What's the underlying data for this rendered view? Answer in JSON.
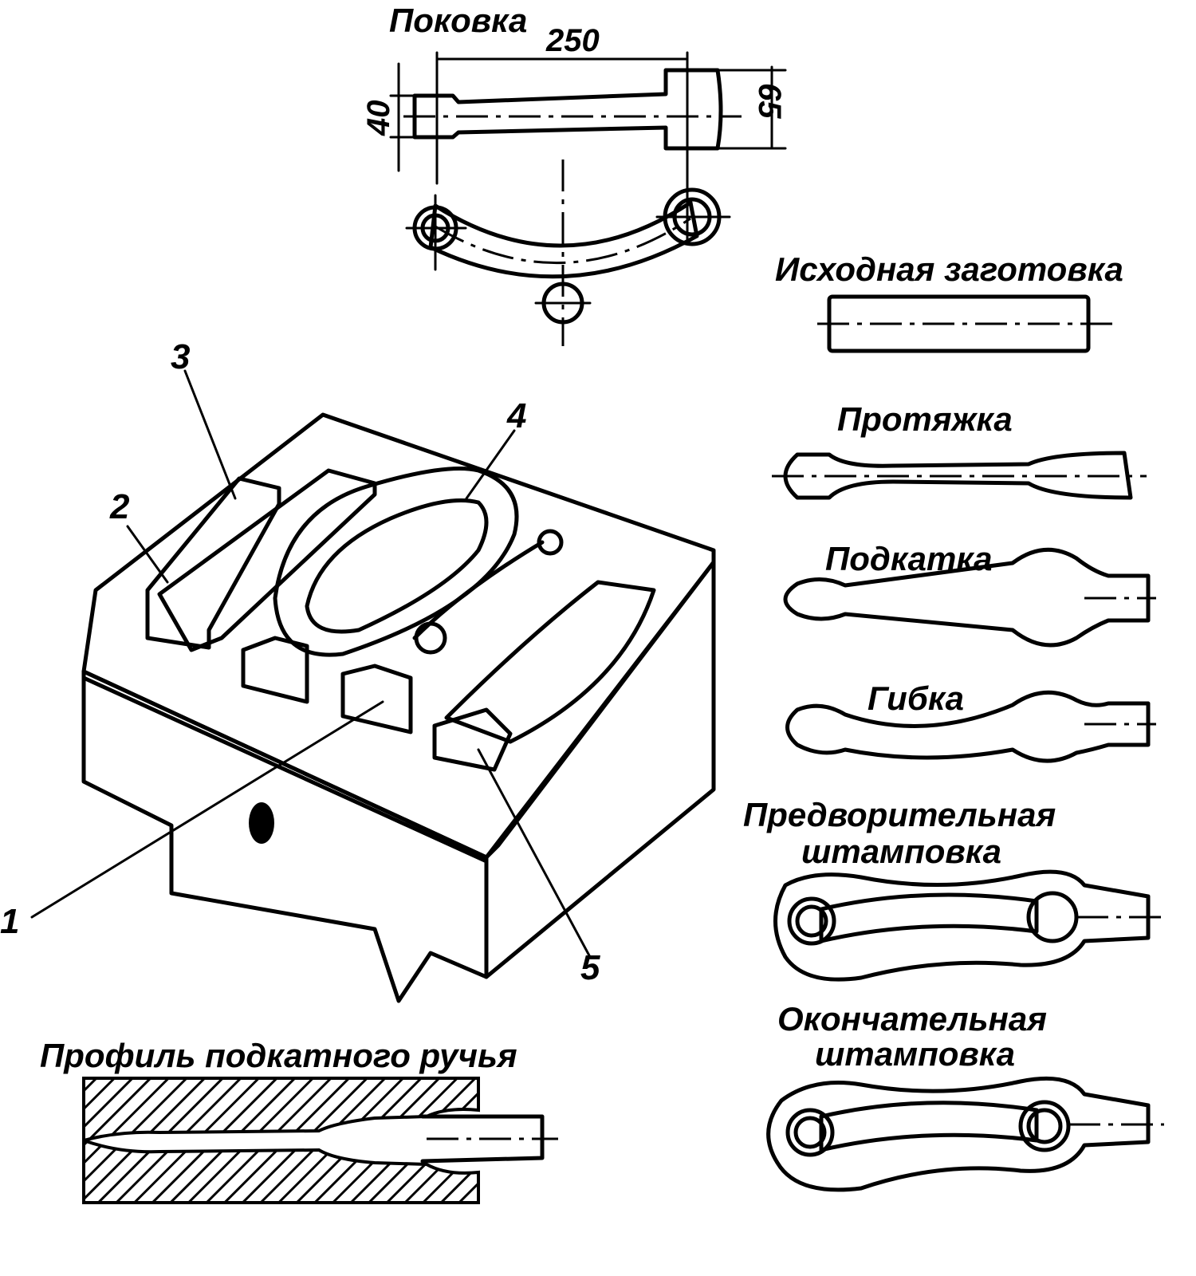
{
  "forging": {
    "title": "Поковка",
    "dim_length": "250",
    "dim_left_height": "40",
    "dim_right_height": "65"
  },
  "die": {
    "callouts": [
      "1",
      "2",
      "3",
      "4",
      "5"
    ]
  },
  "profile": {
    "title": "Профиль подкатного ручья"
  },
  "stages": [
    {
      "label": "Исходная заготовка"
    },
    {
      "label": "Протяжка"
    },
    {
      "label": "Подкатка"
    },
    {
      "label": "Гибка"
    },
    {
      "label_line1": "Предворительная",
      "label_line2": "штамповка"
    },
    {
      "label_line1": "Окончательная",
      "label_line2": "штамповка"
    }
  ]
}
